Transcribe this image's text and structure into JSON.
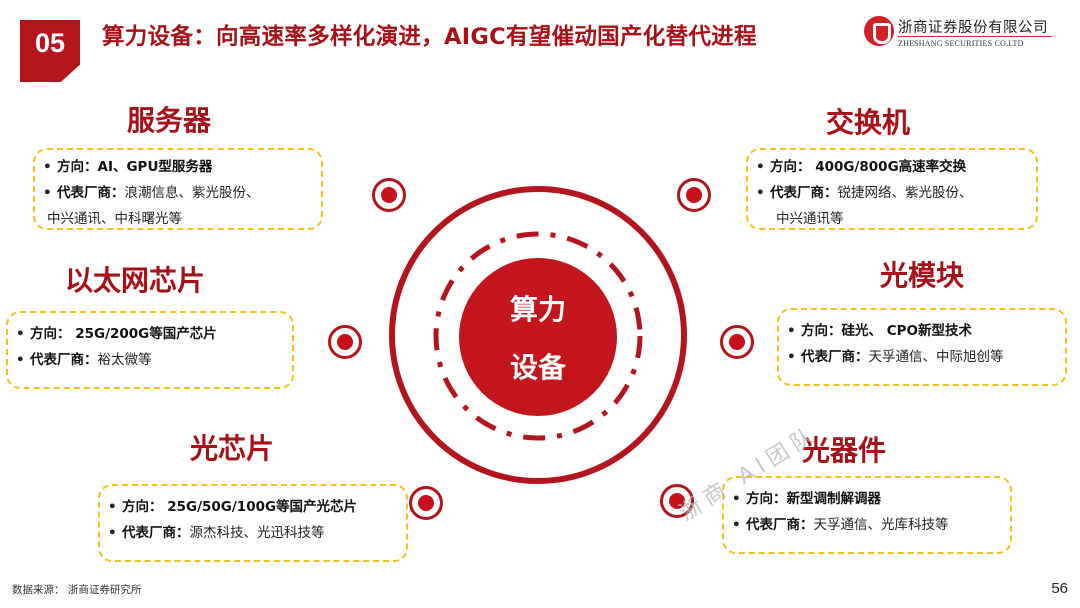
{
  "header": {
    "section_number": "05",
    "title": "算力设备：向高速率多样化演进，AIGC有望催动国产化替代进程"
  },
  "logo": {
    "name_cn": "浙商证券股份有限公司",
    "name_en": "ZHESHANG SECURITIES CO.LTD",
    "icon": "zheshang-logo-icon"
  },
  "center": {
    "line1": "算力",
    "line2": "设备",
    "colors": {
      "primary": "#b4141c",
      "accent_border": "#f2c21b"
    }
  },
  "bullet": "•",
  "sections": [
    {
      "id": "server",
      "title": "服务器",
      "direction_label": "方向：",
      "direction_value": "AI、GPU型服务器",
      "vendors_label": "代表厂商：",
      "vendors_value": "浪潮信息、紫光股份、",
      "vendors_value2": "中兴通讯、中科曙光等"
    },
    {
      "id": "switch",
      "title": "交换机",
      "direction_label": "方向：",
      "direction_value": " 400G/800G高速率交换",
      "vendors_label": "代表厂商：",
      "vendors_value": "锐捷网络、紫光股份、",
      "vendors_value2": "中兴通讯等"
    },
    {
      "id": "ethernet-chip",
      "title": "以太网芯片",
      "direction_label": "方向：",
      "direction_value": " 25G/200G等国产芯片",
      "vendors_label": "代表厂商：",
      "vendors_value": "裕太微等"
    },
    {
      "id": "optical-module",
      "title": "光模块",
      "direction_label": "方向：",
      "direction_value": "硅光、 CPO新型技术",
      "vendors_label": "代表厂商：",
      "vendors_value": "天孚通信、中际旭创等"
    },
    {
      "id": "optical-chip",
      "title": "光芯片",
      "direction_label": "方向：",
      "direction_value": " 25G/50G/100G等国产光芯片",
      "vendors_label": "代表厂商：",
      "vendors_value": "源杰科技、光迅科技等"
    },
    {
      "id": "optical-device",
      "title": "光器件",
      "direction_label": "方向：",
      "direction_value": "新型调制解调器",
      "vendors_label": "代表厂商：",
      "vendors_value": "天孚通信、光库科技等"
    }
  ],
  "watermark": "浙商  AI团队",
  "footer": {
    "source": "数据来源：  浙商证券研究所",
    "page_number": "56"
  }
}
